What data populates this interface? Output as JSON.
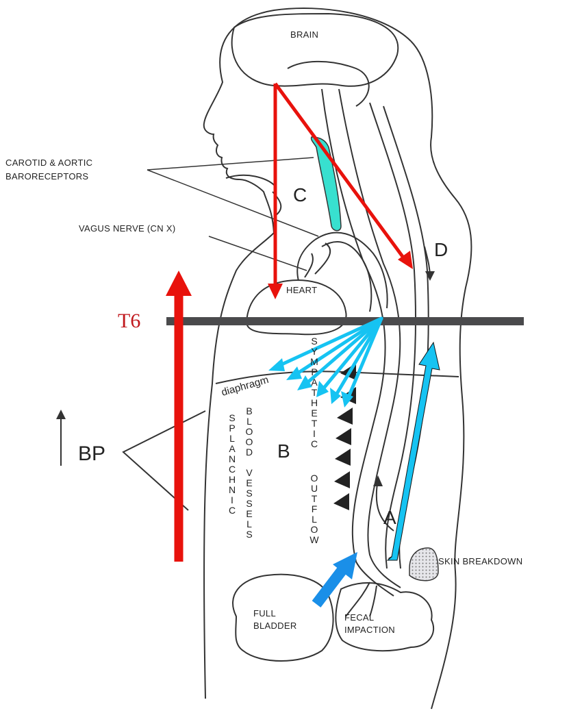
{
  "labels": {
    "brain": "BRAIN",
    "carotid_line1": "CAROTID & AORTIC",
    "carotid_line2": "BARORECEPTORS",
    "vagus": "VAGUS NERVE (CN X)",
    "heart": "HEART",
    "t6": "T6",
    "diaphragm": "diaphragm",
    "region_a": "A",
    "region_b": "B",
    "region_c": "C",
    "region_d": "D",
    "bp": "BP",
    "splanchnic": "SPLANCHNIC",
    "blood": "BLOOD",
    "vessels": "VESSELS",
    "sympathetic": "SYMPATHETIC",
    "outflow": "OUTFLOW",
    "skin_breakdown": "SKIN BREAKDOWN",
    "full_bladder_line1": "FULL",
    "full_bladder_line2": "BLADDER",
    "fecal_line1": "FECAL",
    "fecal_line2": "IMPACTION"
  },
  "colors": {
    "red_arrow": "#e8120c",
    "cyan_arrow": "#16c3f2",
    "blue_arrow": "#1a8fe8",
    "carotid": "#38e0cf",
    "t6_text": "#c0171c",
    "t6_line": "#4a4a4c",
    "outline": "#333333"
  }
}
